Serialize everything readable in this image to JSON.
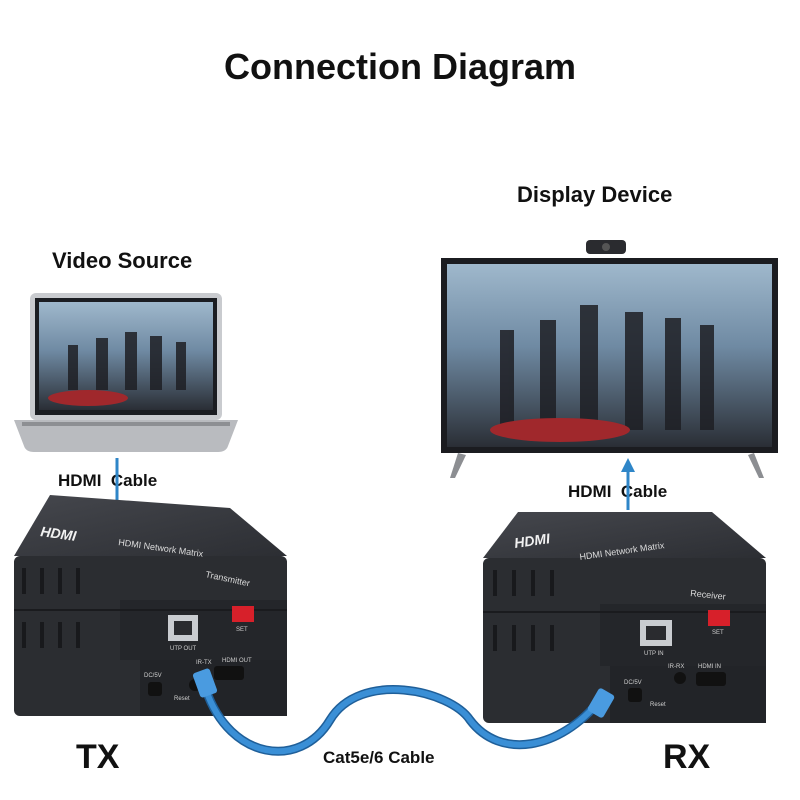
{
  "title": "Connection Diagram",
  "source": {
    "label": "Video Source"
  },
  "display": {
    "label": "Display Device"
  },
  "cables": {
    "hdmi_left": "HDMI  Cable",
    "hdmi_right": "HDMI  Cable",
    "network": "Cat5e/6 Cable"
  },
  "transmitter": {
    "tag": "TX",
    "logo": "HDMI",
    "product_name": "HDMI Network Matrix",
    "role": "Transmitter",
    "ports": [
      "UTP OUT",
      "IR-TX",
      "HDMI OUT",
      "DC/5V",
      "Reset",
      "SET"
    ]
  },
  "receiver": {
    "tag": "RX",
    "logo": "HDMI",
    "product_name": "HDMI Network Matrix",
    "role": "Receiver",
    "ports": [
      "UTP IN",
      "IR-RX",
      "HDMI IN",
      "DC/5V",
      "Reset",
      "SET"
    ]
  },
  "colors": {
    "arrow": "#2f86c8",
    "cable": "#3a8fd6",
    "device": "#2b2d31",
    "device_top": "#3a3c41"
  }
}
